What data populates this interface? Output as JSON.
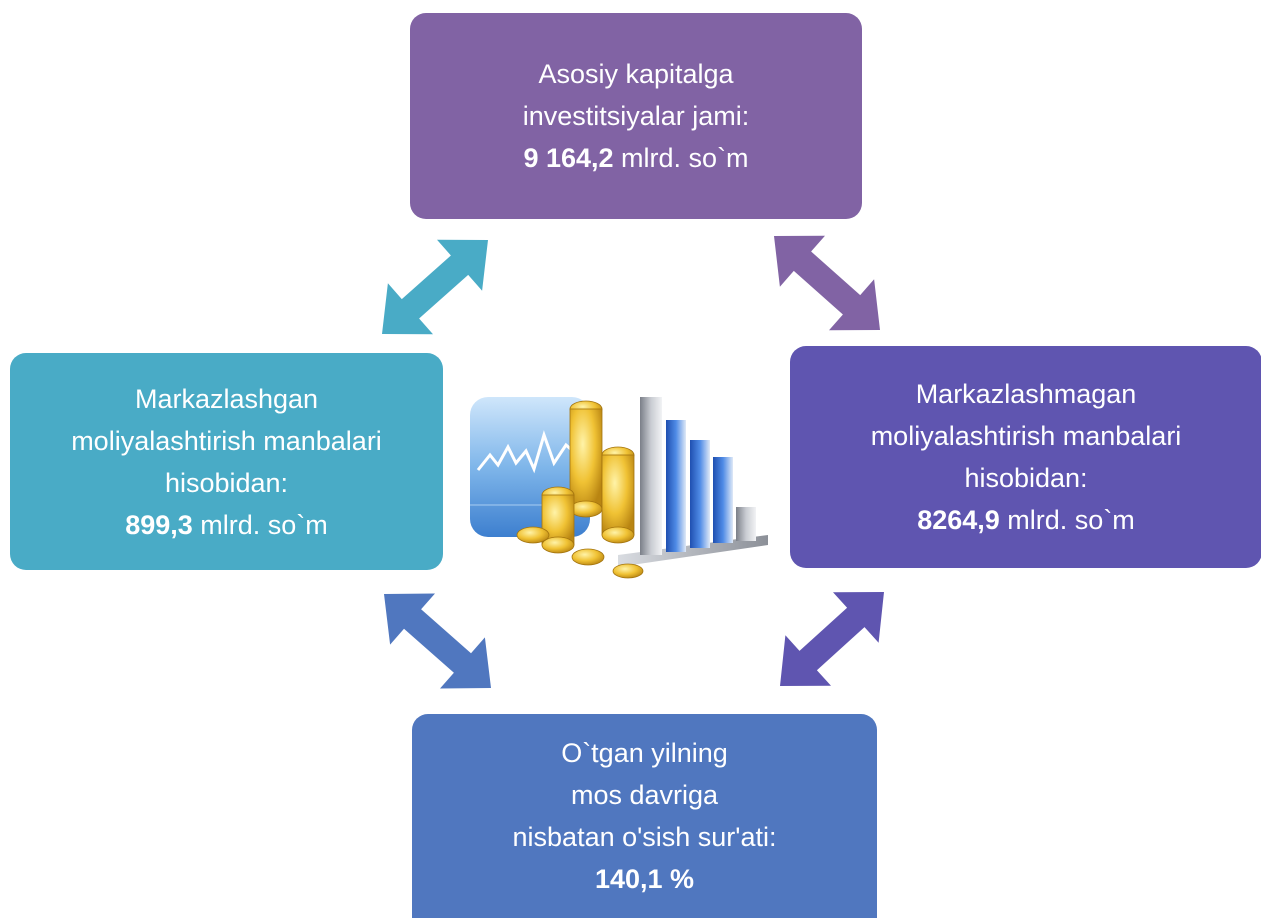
{
  "colors": {
    "top_box": "#8163a4",
    "left_box": "#49abc6",
    "right_box": "#5f55b0",
    "bottom_box": "#5077bf",
    "arrow_top_left": "#49abc6",
    "arrow_top_right": "#8163a4",
    "arrow_bottom_left": "#5077bf",
    "arrow_bottom_right": "#5f55b0"
  },
  "top": {
    "line1": "Asosiy kapitalga",
    "line2": "investitsiyalar jami:",
    "value": "9 164,2",
    "unit": " mlrd. so`m"
  },
  "left": {
    "line1": "Markazlashgan",
    "line2": "moliyalashtirish manbalari",
    "line3": "hisobidan:",
    "value": "899,3",
    "unit": " mlrd. so`m"
  },
  "right": {
    "line1": "Markazlashmagan",
    "line2": "moliyalashtirish manbalari",
    "line3": "hisobidan:",
    "value": "8264,9",
    "unit": " mlrd. so`m"
  },
  "bottom": {
    "line1": "O`tgan yilning",
    "line2": "mos davriga",
    "line3": "nisbatan o'sish sur'ati:",
    "value": "140,1 %"
  },
  "center_image_icon": "finance-chart-coins-icon"
}
